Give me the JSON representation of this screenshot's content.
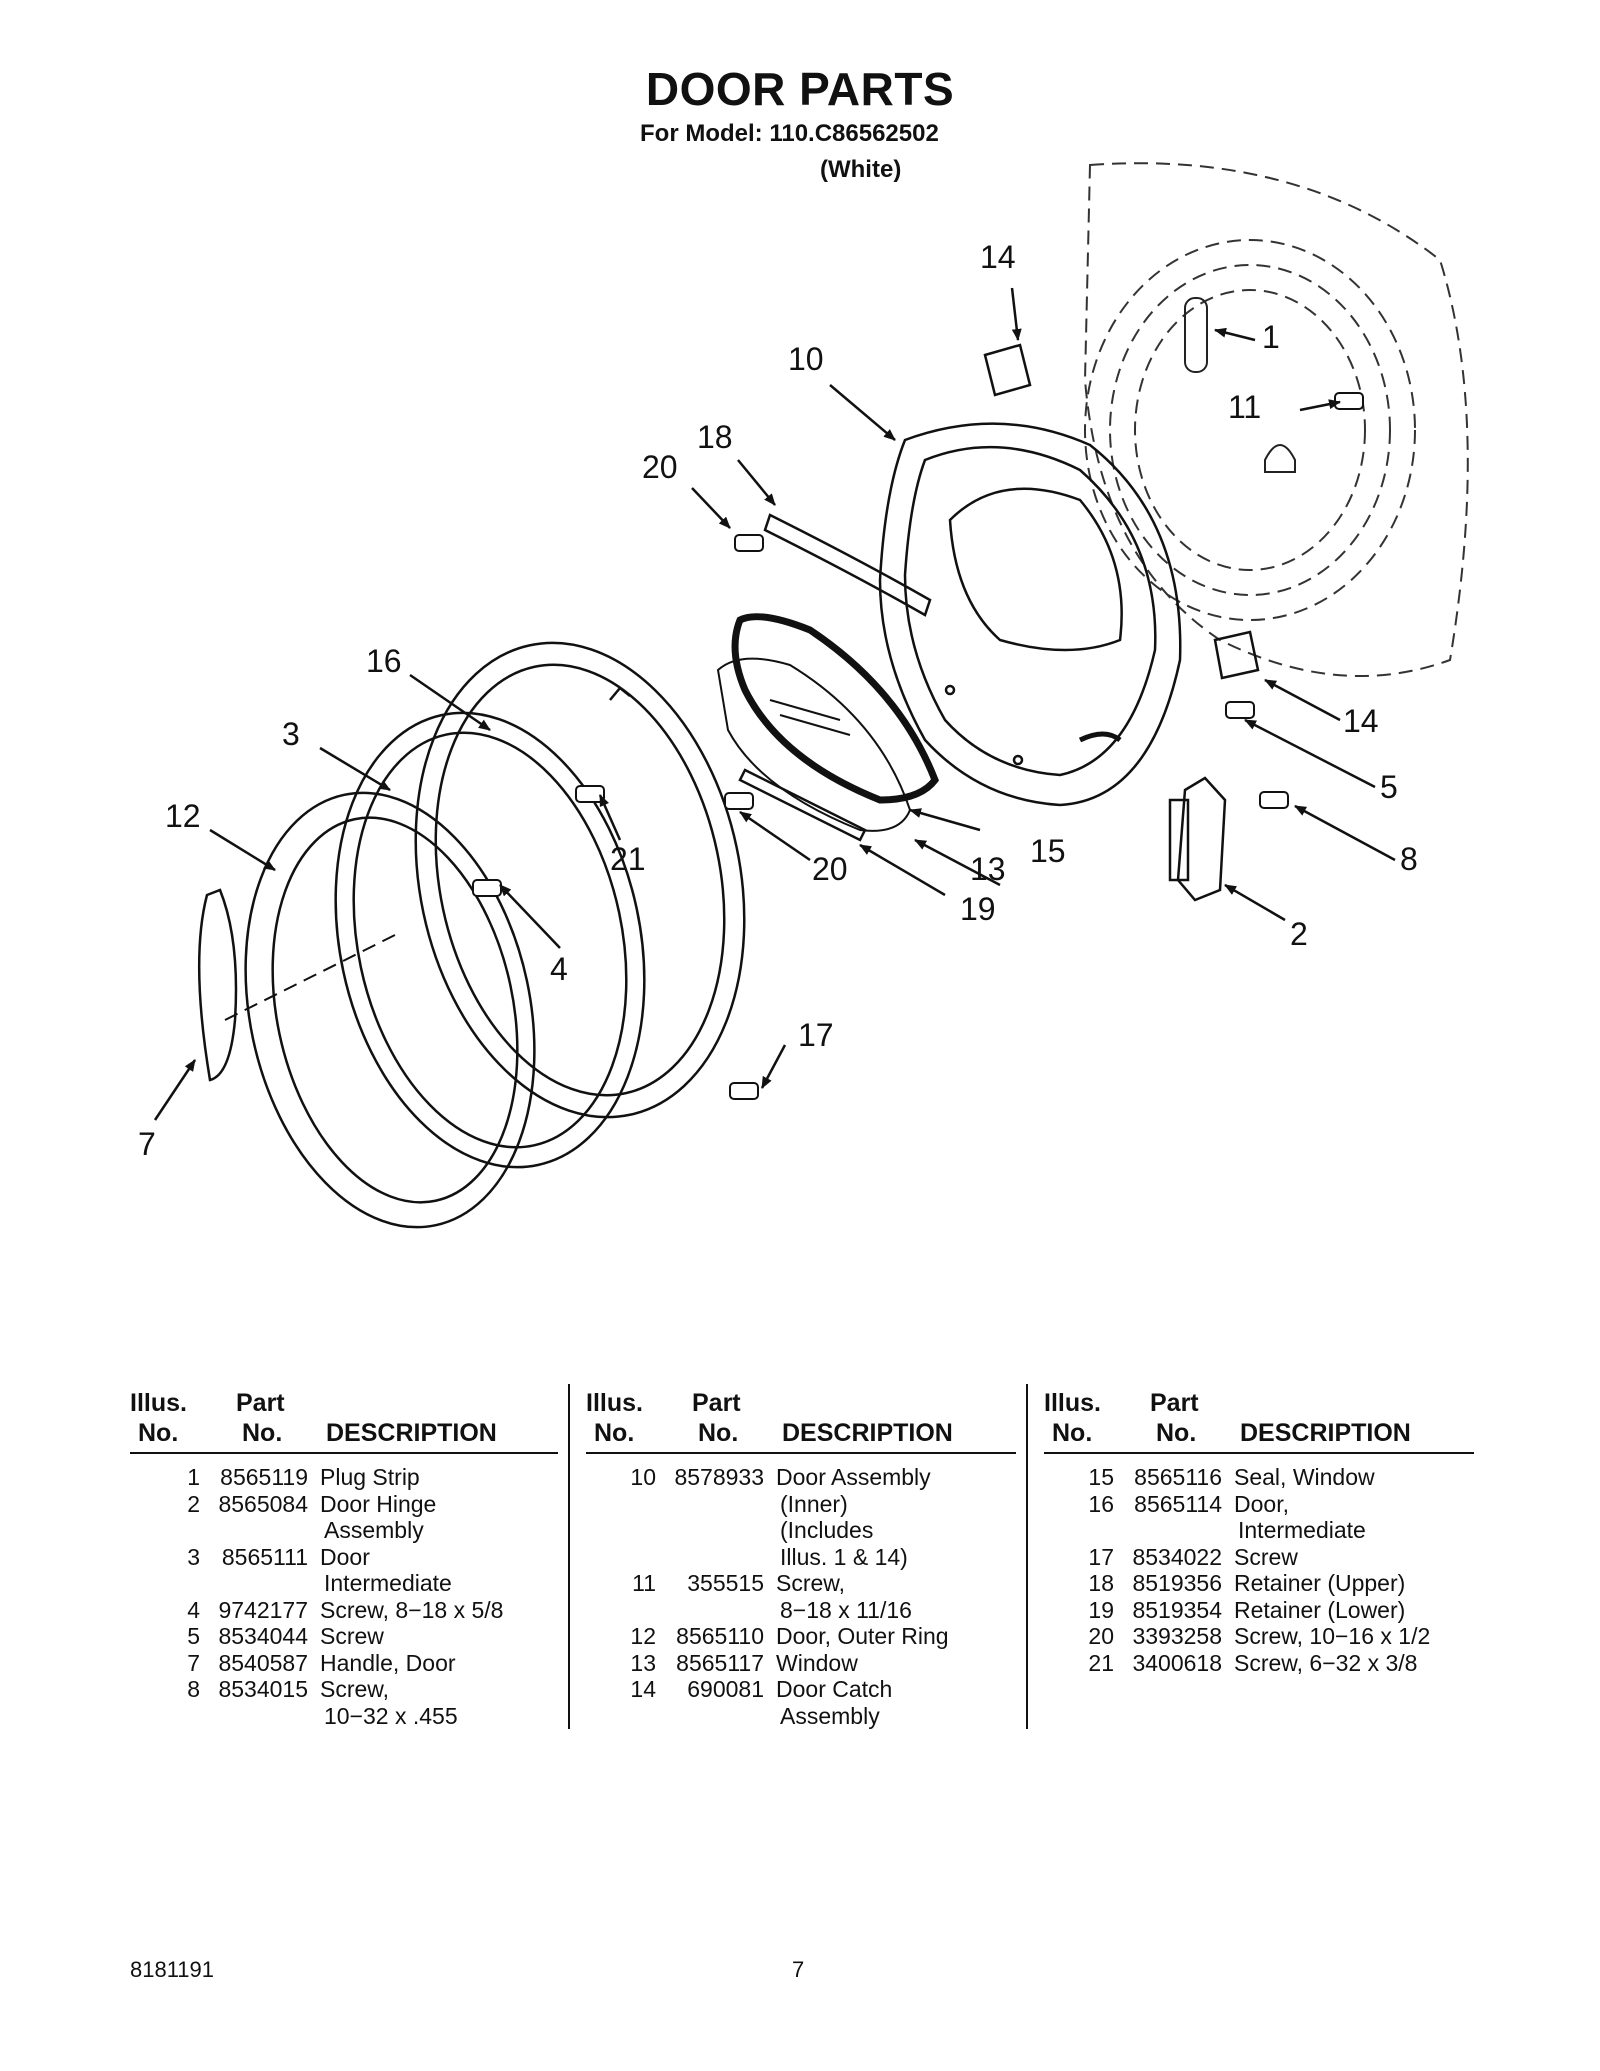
{
  "page": {
    "title": "DOOR PARTS",
    "model_line": "For Model: 110.C86562502",
    "color_line": "(White)",
    "doc_number": "8181191",
    "page_number": "7"
  },
  "callouts": [
    "1",
    "2",
    "3",
    "4",
    "5",
    "7",
    "8",
    "10",
    "11",
    "12",
    "13",
    "14",
    "14",
    "15",
    "16",
    "17",
    "18",
    "19",
    "20",
    "20",
    "21"
  ],
  "table": {
    "headers": {
      "illus_line1": "Illus.",
      "illus_line2": "No.",
      "part_line1": "Part",
      "part_line2": "No.",
      "desc": "DESCRIPTION"
    },
    "columns": [
      [
        {
          "illus": "1",
          "part": "8565119",
          "desc": [
            "Plug Strip"
          ]
        },
        {
          "illus": "2",
          "part": "8565084",
          "desc": [
            "Door Hinge",
            "Assembly"
          ]
        },
        {
          "illus": "3",
          "part": "8565111",
          "desc": [
            "Door",
            "Intermediate"
          ]
        },
        {
          "illus": "4",
          "part": "9742177",
          "desc": [
            "Screw, 8−18 x 5/8"
          ]
        },
        {
          "illus": "5",
          "part": "8534044",
          "desc": [
            "Screw"
          ]
        },
        {
          "illus": "7",
          "part": "8540587",
          "desc": [
            "Handle, Door"
          ]
        },
        {
          "illus": "8",
          "part": "8534015",
          "desc": [
            "Screw,",
            "10−32 x .455"
          ]
        }
      ],
      [
        {
          "illus": "10",
          "part": "8578933",
          "desc": [
            "Door Assembly",
            "(Inner)",
            "(Includes",
            "Illus. 1 & 14)"
          ]
        },
        {
          "illus": "11",
          "part": "355515",
          "desc": [
            "Screw,",
            "8−18 x 11/16"
          ]
        },
        {
          "illus": "12",
          "part": "8565110",
          "desc": [
            "Door, Outer Ring"
          ]
        },
        {
          "illus": "13",
          "part": "8565117",
          "desc": [
            "Window"
          ]
        },
        {
          "illus": "14",
          "part": "690081",
          "desc": [
            "Door Catch",
            "Assembly"
          ]
        }
      ],
      [
        {
          "illus": "15",
          "part": "8565116",
          "desc": [
            "Seal, Window"
          ]
        },
        {
          "illus": "16",
          "part": "8565114",
          "desc": [
            "Door,",
            "Intermediate"
          ]
        },
        {
          "illus": "17",
          "part": "8534022",
          "desc": [
            "Screw"
          ]
        },
        {
          "illus": "18",
          "part": "8519356",
          "desc": [
            "Retainer (Upper)"
          ]
        },
        {
          "illus": "19",
          "part": "8519354",
          "desc": [
            "Retainer (Lower)"
          ]
        },
        {
          "illus": "20",
          "part": "3393258",
          "desc": [
            "Screw, 10−16 x 1/2"
          ]
        },
        {
          "illus": "21",
          "part": "3400618",
          "desc": [
            "Screw, 6−32 x 3/8"
          ]
        }
      ]
    ]
  }
}
